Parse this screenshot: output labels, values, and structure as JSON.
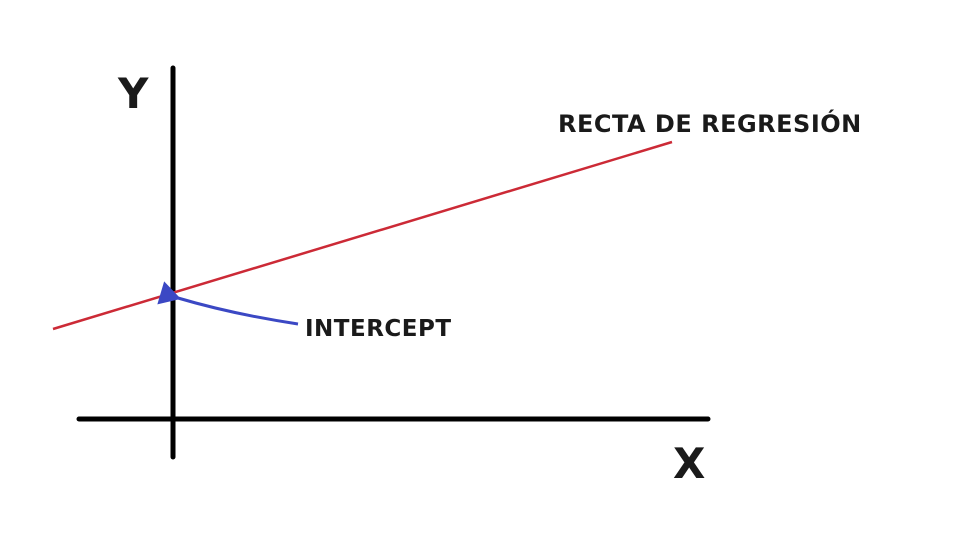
{
  "axes": {
    "x_label": "X",
    "y_label": "Y"
  },
  "annotations": {
    "regression_line_label": "RECTA DE REGRESIÓN",
    "intercept_label": "INTERCEPT"
  },
  "colors": {
    "axes": "#000000",
    "regression_line": "#cc2a36",
    "intercept_arrow": "#3b48c4",
    "text": "#1a1a1a"
  }
}
